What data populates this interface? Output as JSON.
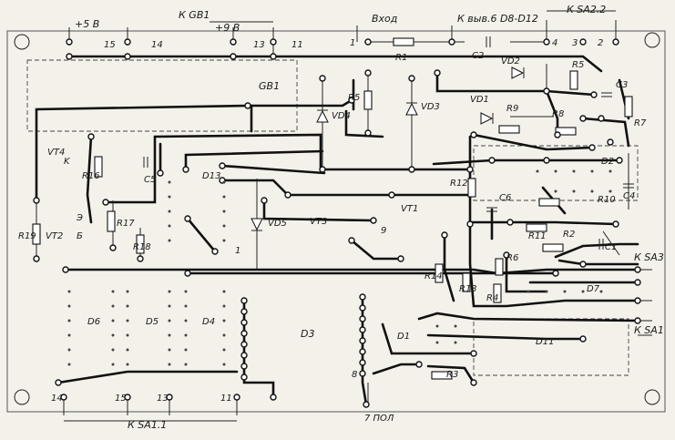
{
  "header": {
    "plus5v": "+5 В",
    "to_gb1": "К GB1",
    "plus9v": "+9 В",
    "input": "Вход",
    "to_pin6": "К выв.6  D8-D12",
    "to_sa22": "К SA2.2"
  },
  "top_pins": [
    "15",
    "14",
    "13",
    "11",
    "1",
    "2",
    "3",
    "4"
  ],
  "right_labels": {
    "sa3": "К SA3",
    "sa1": "К SA1"
  },
  "bottom_labels": {
    "sa11": "К SA1.1",
    "pin7": "7 ПОЛ"
  },
  "bottom_pins": [
    "14",
    "15",
    "13",
    "11"
  ],
  "chips": [
    "GB1",
    "D13",
    "VT3",
    "VT1",
    "D3",
    "D4",
    "D5",
    "D6",
    "D1",
    "D2",
    "D7",
    "D11"
  ],
  "resistors": [
    "R1",
    "R5",
    "R9",
    "R8",
    "R7",
    "R2",
    "R3",
    "R4",
    "R6",
    "R10",
    "R11",
    "R12",
    "R13",
    "R14",
    "R16",
    "R17",
    "R18",
    "R19"
  ],
  "capacitors": [
    "C1",
    "C2",
    "C3",
    "C4",
    "C5",
    "C6"
  ],
  "diodes": [
    "VD1",
    "VD2",
    "VD3",
    "VD4",
    "VD5"
  ],
  "transistors": [
    "VT2",
    "VT4"
  ],
  "pin_marks": [
    "K",
    "Э",
    "Б",
    "1",
    "8",
    "9"
  ]
}
